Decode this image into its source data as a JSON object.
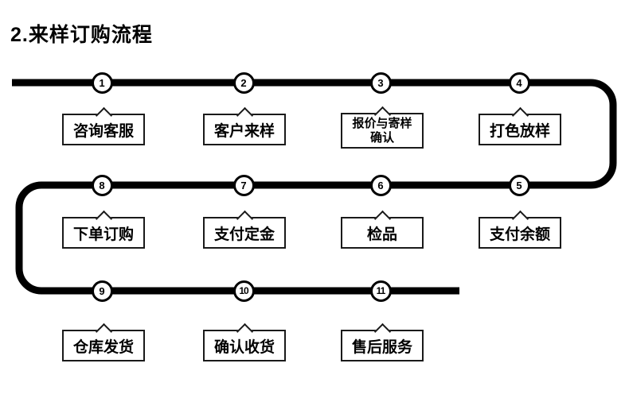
{
  "title": "2.来样订购流程",
  "colors": {
    "path": "#000000",
    "node_border": "#000000",
    "node_fill": "#ffffff",
    "box_border": "#1a1a1a",
    "text": "#000000",
    "background": "#ffffff"
  },
  "flow": {
    "steps": [
      {
        "num": "1",
        "label": "咨询客服"
      },
      {
        "num": "2",
        "label": "客户来样"
      },
      {
        "num": "3",
        "label_line1": "报价与寄样",
        "label_line2": "确认"
      },
      {
        "num": "4",
        "label": "打色放样"
      },
      {
        "num": "5",
        "label": "支付余额"
      },
      {
        "num": "6",
        "label": "检品"
      },
      {
        "num": "7",
        "label": "支付定金"
      },
      {
        "num": "8",
        "label": "下单订购"
      },
      {
        "num": "9",
        "label": "仓库发货"
      },
      {
        "num": "10",
        "label": "确认收货"
      },
      {
        "num": "11",
        "label": "售后服务"
      }
    ]
  }
}
